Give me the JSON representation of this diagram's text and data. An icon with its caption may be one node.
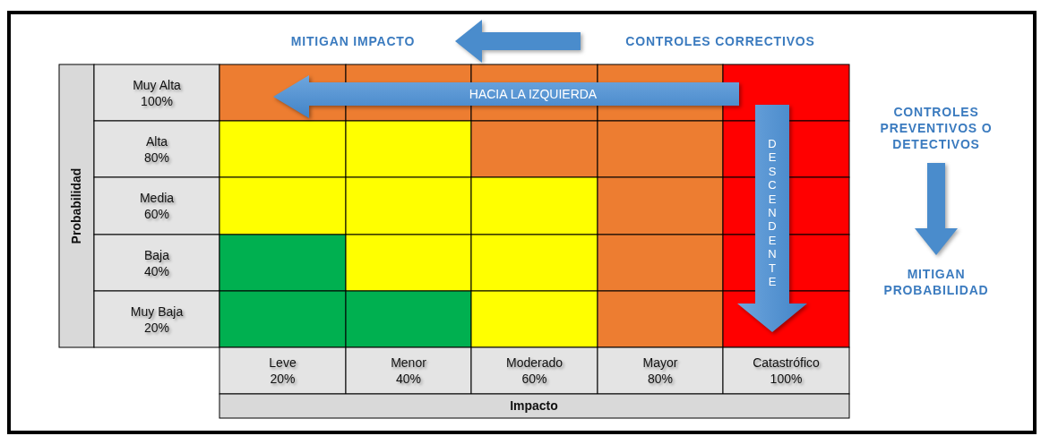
{
  "diagram": {
    "nodes": [
      {
        "text": [
          "MITIGAN IMPACTO"
        ]
      },
      {
        "text": [
          "CONTROLES CORRECTIVOS"
        ]
      },
      {
        "text": [
          "HACIA LA IZQUIERDA"
        ]
      },
      {
        "text": [
          "DESCENDENTE"
        ]
      },
      {
        "text": [
          "CONTROLES PREVENTIVOS O DETECTIVOS"
        ]
      },
      {
        "text": [
          "MITIGAN PROBABILIDAD"
        ]
      }
    ],
    "edges": [
      {
        "from": 1,
        "to": 0,
        "arrow": "to"
      },
      {
        "from": 4,
        "to": 5,
        "arrow": "to"
      }
    ],
    "labels": [
      "Probabilidad",
      "Muy Alta",
      "100%",
      "Alta",
      "80%",
      "Media",
      "60%",
      "Baja",
      "40%",
      "Muy Baja",
      "20%",
      "Leve",
      "20%",
      "Menor",
      "40%",
      "Moderado",
      "60%",
      "Mayor",
      "80%",
      "Catastrófico",
      "100%",
      "Impacto"
    ]
  }
}
